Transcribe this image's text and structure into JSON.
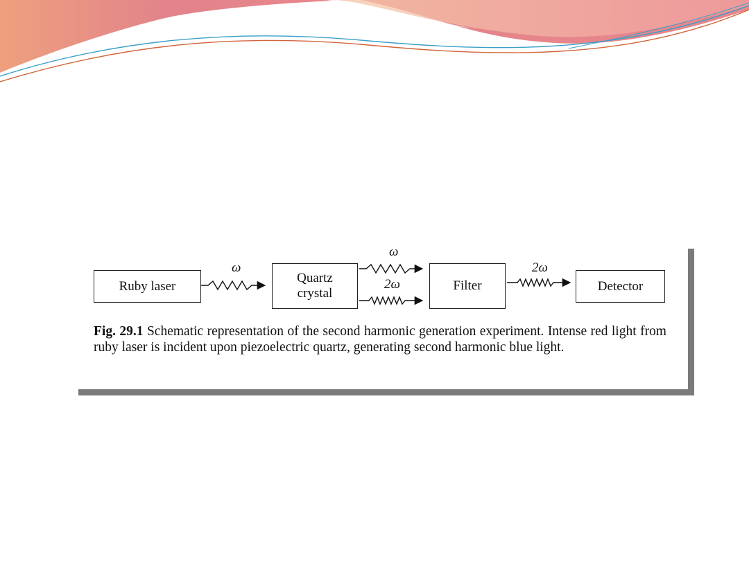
{
  "diagram": {
    "boxes": {
      "ruby_laser": "Ruby laser",
      "quartz_crystal": "Quartz\ncrystal",
      "filter": "Filter",
      "detector": "Detector"
    },
    "labels": {
      "laser_to_crystal": "ω",
      "crystal_out_fundamental": "ω",
      "crystal_out_harmonic": "2ω",
      "filter_to_detector": "2ω"
    }
  },
  "caption": {
    "figure_number": "Fig. 29.1",
    "text": " Schematic representation of the second harmonic generation experiment. Intense red light from ruby laser is incident upon piezoelectric quartz, generating second harmonic blue light."
  },
  "colors": {
    "header_wave_coral": "#e07c80",
    "header_wave_peach": "#f3b48e",
    "header_line_blue": "#3aa0c8",
    "header_line_orange": "#d2643a",
    "shadow_gray": "#7a7a7a"
  }
}
